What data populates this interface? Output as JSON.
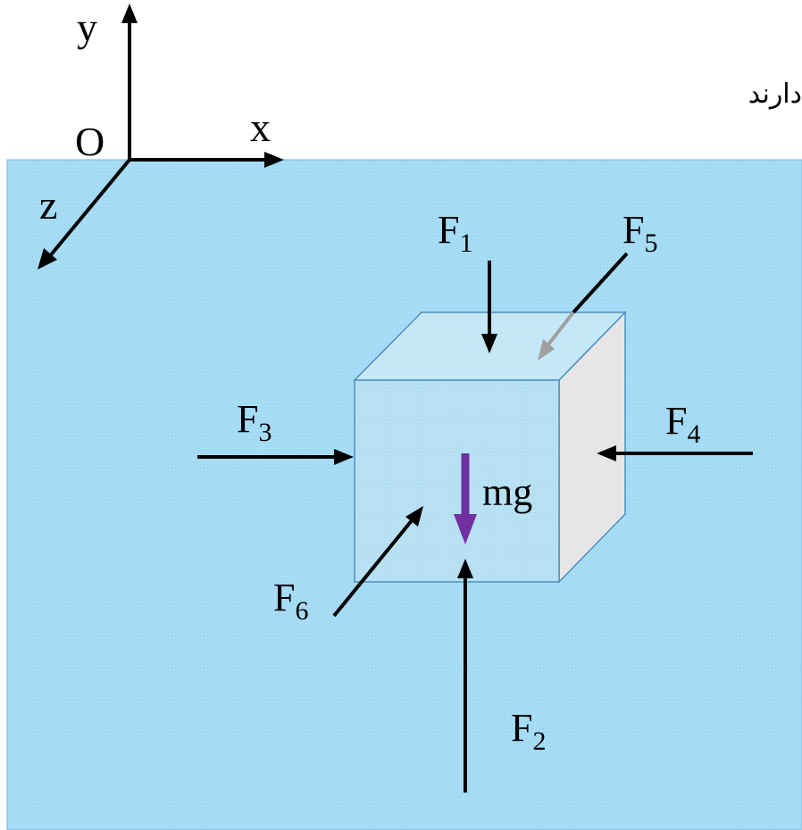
{
  "caption": "دارند",
  "axes": {
    "origin": "O",
    "x": "x",
    "y": "y",
    "z": "z"
  },
  "forces": {
    "f1": {
      "base": "F",
      "sub": "1"
    },
    "f2": {
      "base": "F",
      "sub": "2"
    },
    "f3": {
      "base": "F",
      "sub": "3"
    },
    "f4": {
      "base": "F",
      "sub": "4"
    },
    "f5": {
      "base": "F",
      "sub": "5"
    },
    "f6": {
      "base": "F",
      "sub": "6"
    }
  },
  "weight": "mg",
  "colors": {
    "fluid": "#a6dcf5",
    "cube_front": "#b8e1f3",
    "cube_top": "#bfe6f7",
    "cube_side": "#e6e6e6",
    "cube_edge": "#4f8fbf",
    "arrow": "#000000",
    "weight_arrow": "#7030a0",
    "f5_inner": "#a0a0a0"
  }
}
